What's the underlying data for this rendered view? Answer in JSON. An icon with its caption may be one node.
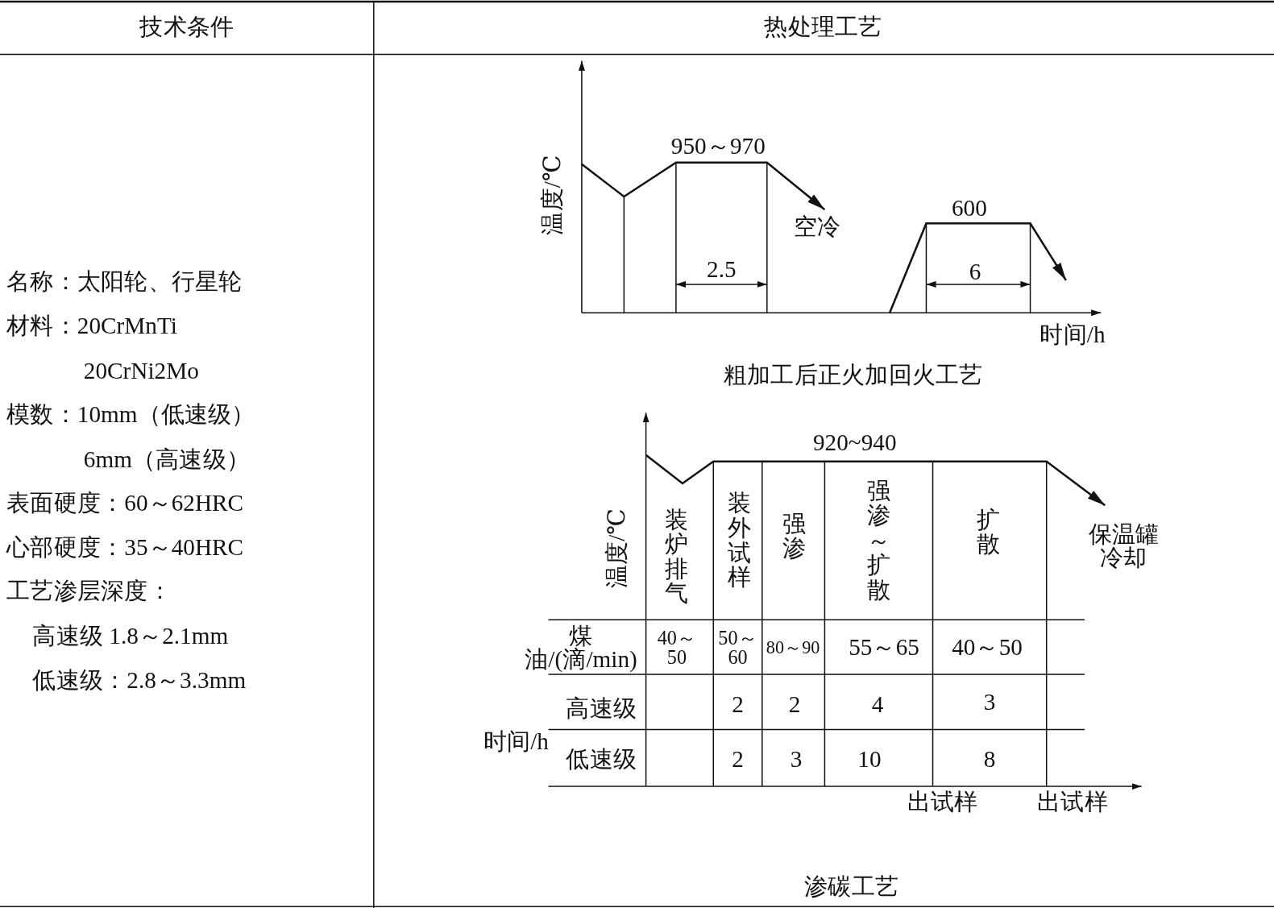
{
  "diagram": {
    "labels": [
      "技术条件",
      "热处理工艺",
      "名称：太阳轮、行星轮",
      "材料：20CrMnTi",
      "20CrNi2Mo",
      "模数：10mm（低速级）",
      "6mm（高速级）",
      "表面硬度：60～62HRC",
      "心部硬度：35～40HRC",
      "工艺渗层深度：",
      "高速级 1.8～2.1mm",
      "低速级：2.8～3.3mm",
      "950～970",
      "温度/℃",
      "空冷",
      "600",
      "2.5",
      "6",
      "时间/h",
      "粗加工后正火加回火工艺",
      "920~940",
      "温度/℃",
      "装炉排气",
      "装外试样",
      "强渗",
      "强渗～扩散",
      "扩散",
      "保温罐冷却",
      "煤油/(滴/min)",
      "40～50",
      "50～60",
      "80～90",
      "55～65",
      "40～50",
      "高速级",
      "2",
      "2",
      "4",
      "3",
      "时间/h",
      "低速级",
      "2",
      "3",
      "10",
      "8",
      "出试样",
      "出试样",
      "渗碳工艺"
    ]
  }
}
